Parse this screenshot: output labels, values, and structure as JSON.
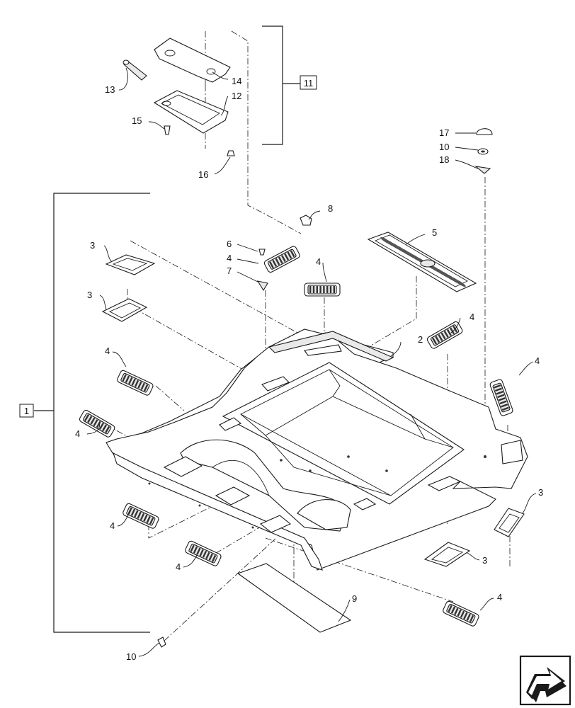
{
  "callouts": {
    "c1": "1",
    "c2": "2",
    "c3a": "3",
    "c3b": "3",
    "c3c": "3",
    "c3d": "3",
    "c4a": "4",
    "c4b": "4",
    "c4c": "4",
    "c4d": "4",
    "c4e": "4",
    "c4f": "4",
    "c4g": "4",
    "c4h": "4",
    "c4i": "4",
    "c5": "5",
    "c6": "6",
    "c7": "7",
    "c8": "8",
    "c9": "9",
    "c10a": "10",
    "c10b": "10",
    "c11": "11",
    "c12": "12",
    "c13": "13",
    "c14": "14",
    "c15": "15",
    "c16": "16",
    "c17": "17",
    "c18": "18"
  },
  "icons": {
    "navigation": "next-page-arrow-icon"
  }
}
